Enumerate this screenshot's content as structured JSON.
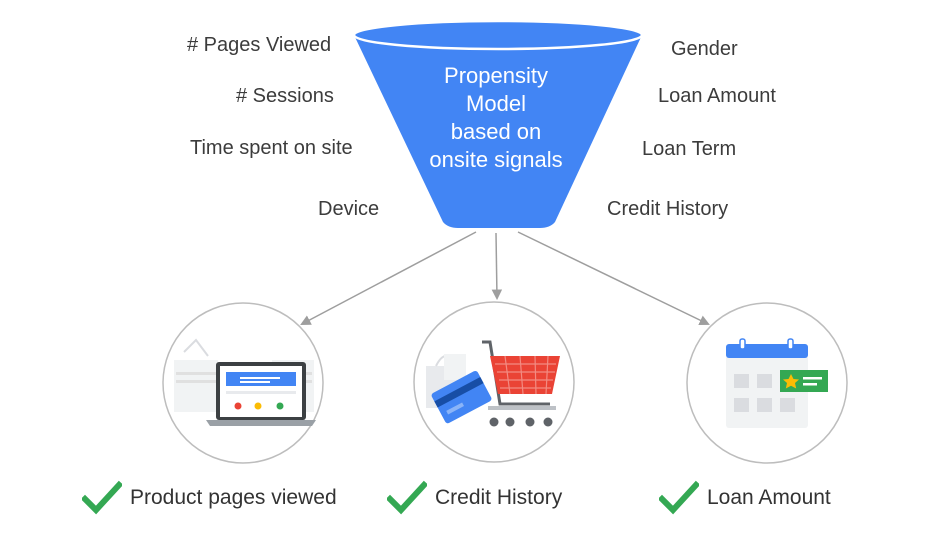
{
  "funnel": {
    "label_lines": [
      "Propensity",
      "Model",
      "based on",
      "onsite signals"
    ],
    "color": "#4285f4"
  },
  "signals_left": [
    "# Pages Viewed",
    "# Sessions",
    "Time spent on site",
    "Device"
  ],
  "signals_right": [
    "Gender",
    "Loan Amount",
    "Loan Term",
    "Credit History"
  ],
  "results": [
    {
      "label": "Product pages viewed",
      "icon": "laptop-webpage-icon"
    },
    {
      "label": "Credit History",
      "icon": "shopping-cart-credit-card-icon"
    },
    {
      "label": "Loan Amount",
      "icon": "calendar-icon"
    }
  ],
  "colors": {
    "check": "#34a853",
    "arrow": "#9e9e9e",
    "circle_border": "#bdbdbd",
    "brand_blue": "#4285f4",
    "red": "#ea4335",
    "green": "#34a853",
    "yellow": "#fbbc04"
  }
}
